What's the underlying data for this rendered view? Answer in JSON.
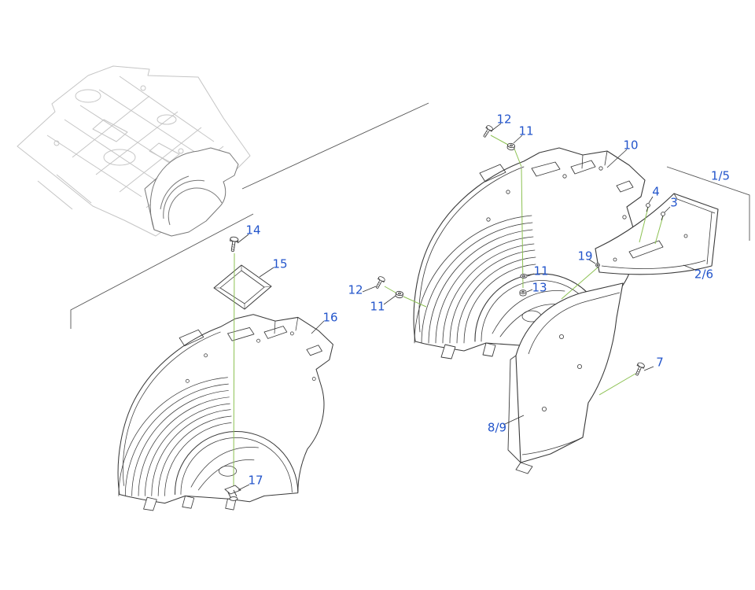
{
  "colors": {
    "callout_text": "#2355cb",
    "line_art": "#3a3a3a",
    "faded_overview": "#c5c5c5",
    "highlight_part": "#777777",
    "connector_line": "#8cc152",
    "background": "#ffffff"
  },
  "callouts": [
    {
      "id": "bolt-top",
      "label": "12"
    },
    {
      "id": "nut-top",
      "label": "11"
    },
    {
      "id": "wheel-housing-right",
      "label": "10"
    },
    {
      "id": "panel-pair-1-5",
      "label": "1/5"
    },
    {
      "id": "screw-4",
      "label": "4"
    },
    {
      "id": "screw-3",
      "label": "3"
    },
    {
      "id": "panel-pair-2-6",
      "label": "2/6"
    },
    {
      "id": "rivet-19",
      "label": "19"
    },
    {
      "id": "washer-11-mid",
      "label": "11"
    },
    {
      "id": "nut-13",
      "label": "13"
    },
    {
      "id": "bolt-left",
      "label": "12"
    },
    {
      "id": "nut-left",
      "label": "11"
    },
    {
      "id": "bolt-14",
      "label": "14"
    },
    {
      "id": "gasket-15",
      "label": "15"
    },
    {
      "id": "wheel-housing-left",
      "label": "16"
    },
    {
      "id": "clip-17",
      "label": "17"
    },
    {
      "id": "bolt-7",
      "label": "7"
    },
    {
      "id": "panel-pair-8-9",
      "label": "8/9"
    }
  ]
}
